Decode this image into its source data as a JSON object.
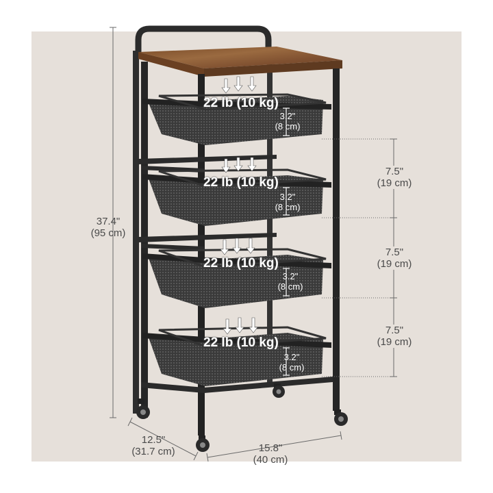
{
  "dimensions": {
    "height": {
      "imperial": "37.4\"",
      "metric": "(95 cm)"
    },
    "depth": {
      "imperial": "12.5\"",
      "metric": "(31.7 cm)"
    },
    "width": {
      "imperial": "15.8\"",
      "metric": "(40 cm)"
    },
    "spacing": [
      {
        "imperial": "7.5\"",
        "metric": "(19 cm)"
      },
      {
        "imperial": "7.5\"",
        "metric": "(19 cm)"
      },
      {
        "imperial": "7.5\"",
        "metric": "(19 cm)"
      }
    ]
  },
  "baskets": [
    {
      "load": "22 lb (10 kg)",
      "gap_imperial": "3.2\"",
      "gap_metric": "(8 cm)"
    },
    {
      "load": "22 lb (10 kg)",
      "gap_imperial": "3.2\"",
      "gap_metric": "(8 cm)"
    },
    {
      "load": "22 lb (10 kg)",
      "gap_imperial": "3.2\"",
      "gap_metric": "(8 cm)"
    },
    {
      "load": "22 lb (10 kg)",
      "gap_imperial": "3.2\"",
      "gap_metric": "(8 cm)"
    }
  ],
  "colors": {
    "background": "#e6e0da",
    "frame": "#2b2b2b",
    "wood_top": "#8a5a34",
    "dimension_line": "#6a6a6a"
  }
}
